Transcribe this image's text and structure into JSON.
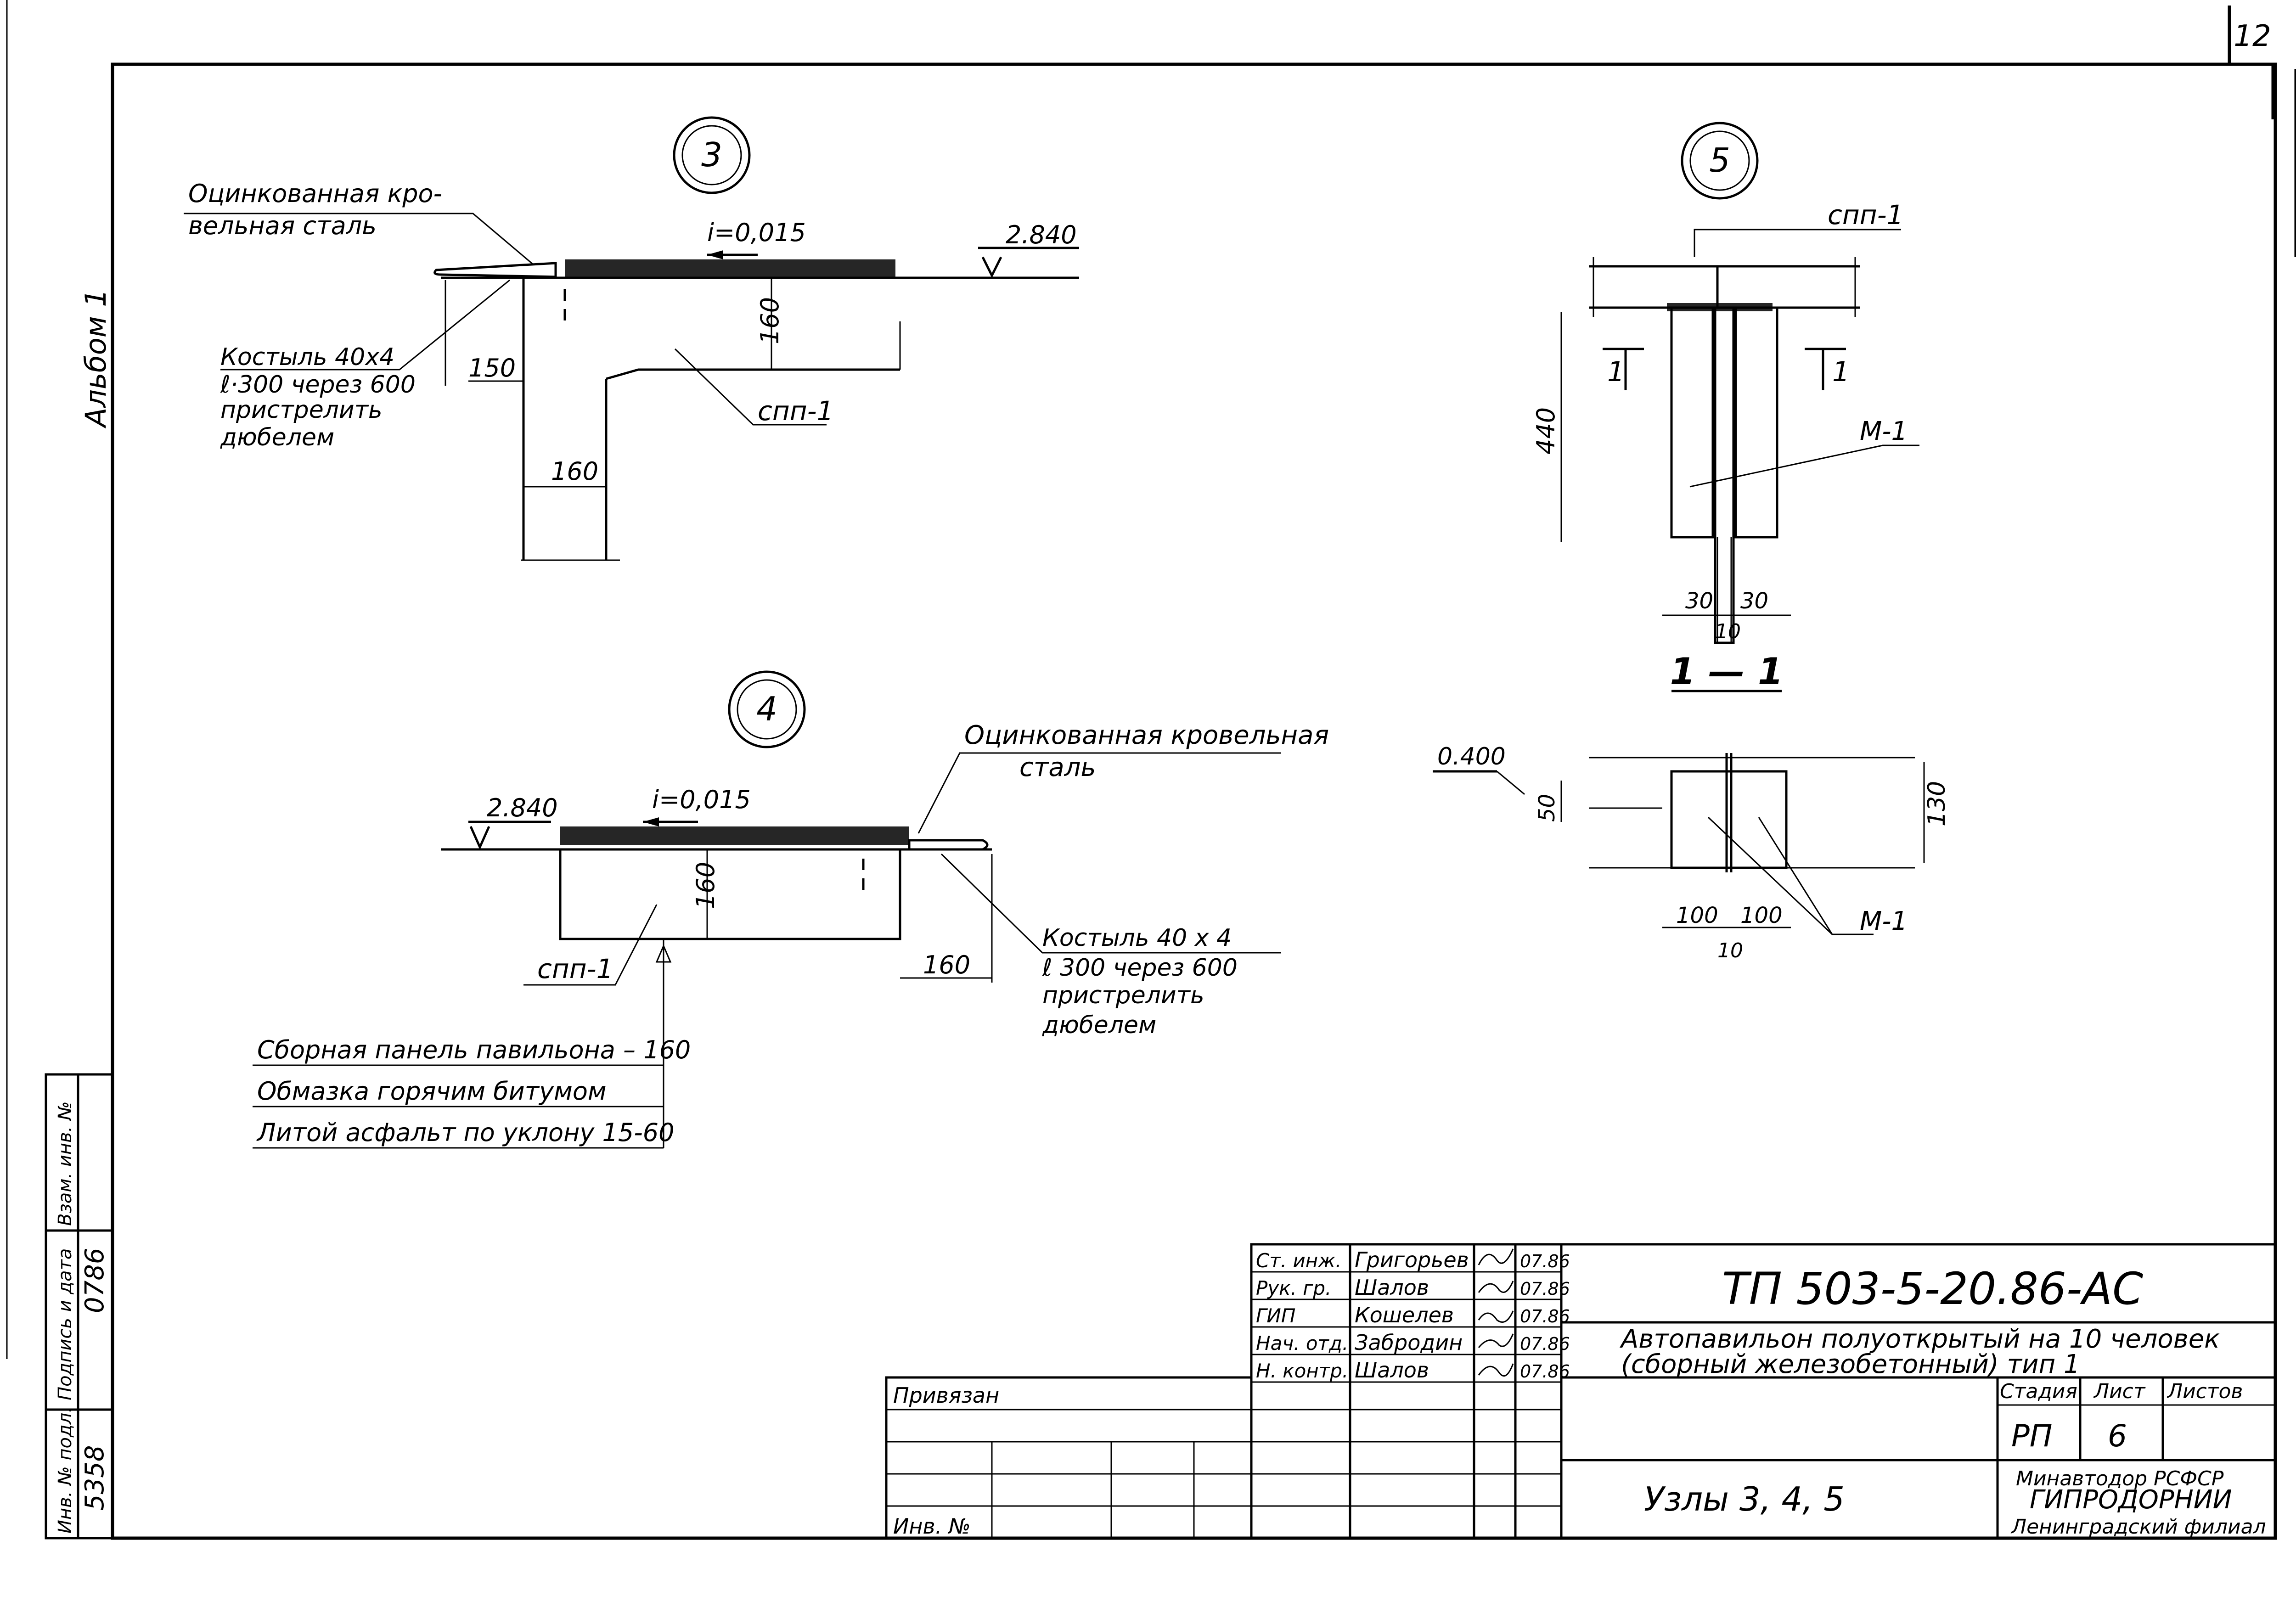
{
  "sheet_number": "12",
  "album_label": "Альбом 1",
  "node3": {
    "number": "3",
    "callout_material": [
      "Оцинкованная кро-",
      "вельная сталь"
    ],
    "slope": "i=0,015",
    "level": "2.840",
    "callout_crutch": [
      "Костыль 40x4",
      "ℓ·300 через 600",
      "пристрелить",
      "дюбелем"
    ],
    "dim_150": "150",
    "dim_160_vert": "160",
    "dim_160_horz": "160",
    "panel_label": "спп-1"
  },
  "node4": {
    "number": "4",
    "callout_material": [
      "Оцинкованная кровельная",
      "сталь"
    ],
    "slope": "i=0,015",
    "level": "2.840",
    "dim_160_vert": "160",
    "dim_160_horz": "160",
    "panel_label": "спп-1",
    "callout_crutch": [
      "Костыль 40 x 4",
      "ℓ 300 через 600",
      "пристрелить",
      "дюбелем"
    ],
    "layers": [
      "Сборная панель павильона – 160",
      "Обмазка горячим битумом",
      "Литой асфальт по уклону 15-60"
    ]
  },
  "node5": {
    "number": "5",
    "panel_label": "спп-1",
    "dim_440": "440",
    "part_label": "М-1",
    "section_mark": "1",
    "dim_30_left": "30",
    "dim_30_right": "30",
    "dim_10": "10"
  },
  "section11": {
    "title": "1 — 1",
    "level": "0.400",
    "dim_50": "50",
    "dim_130": "130",
    "dim_100_left": "100",
    "dim_100_right": "100",
    "dim_10": "10",
    "part_label": "М-1"
  },
  "left_stamp": {
    "columns": [
      "Инв. № подл.",
      "Подпись и дата",
      "Взам. инв. №"
    ],
    "inv_value": "5358",
    "date_value": "0786"
  },
  "title_block": {
    "code": "ТП 503-5-20.86-АС",
    "project": [
      "Автопавильон полуоткрытый на 10 человек",
      "(сборный железобетонный) тип 1"
    ],
    "sheet_title": "Узлы 3, 4, 5",
    "stage_header": "Стадия",
    "sheet_header": "Лист",
    "sheets_header": "Листов",
    "stage_value": "РП",
    "sheet_value": "6",
    "org": [
      "Минавтодор РСФСР",
      "ГИПРОДОРНИИ",
      "Ленинградский филиал"
    ],
    "bound_label": "Привязан",
    "inv_label": "Инв. №",
    "signers": [
      {
        "role": "Ст. инж.",
        "name": "Григорьев",
        "date": "07.86"
      },
      {
        "role": "Рук. гр.",
        "name": "Шалов",
        "date": "07.86"
      },
      {
        "role": "ГИП",
        "name": "Кошелев",
        "date": "07.86"
      },
      {
        "role": "Нач. отд.",
        "name": "Забродин",
        "date": "07.86"
      },
      {
        "role": "Н. контр.",
        "name": "Шалов",
        "date": "07.86"
      }
    ]
  }
}
